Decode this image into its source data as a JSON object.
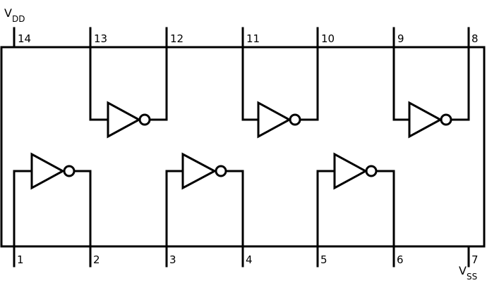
{
  "supply": {
    "vdd": {
      "main": "V",
      "sub": "DD"
    },
    "vss": {
      "main": "V",
      "sub": "SS"
    }
  },
  "pins": {
    "p1": "1",
    "p2": "2",
    "p3": "3",
    "p4": "4",
    "p5": "5",
    "p6": "6",
    "p7": "7",
    "p8": "8",
    "p9": "9",
    "p10": "10",
    "p11": "11",
    "p12": "12",
    "p13": "13",
    "p14": "14"
  },
  "colors": {
    "line": "#000000",
    "background": "#ffffff"
  }
}
